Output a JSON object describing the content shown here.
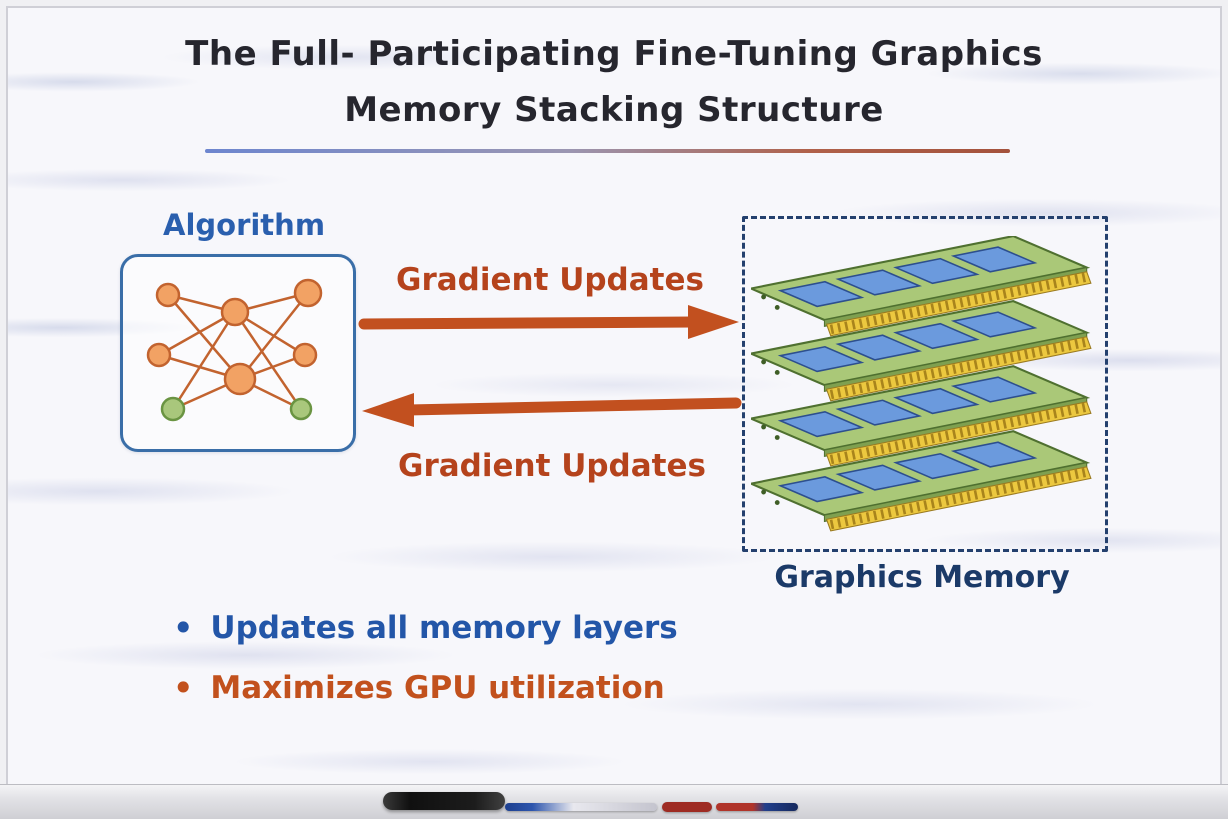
{
  "title": {
    "line1": "The Full- Participating Fine-Tuning Graphics",
    "line2": "Memory Stacking Structure"
  },
  "diagram": {
    "algorithm_label": "Algorithm",
    "gradient_updates_top": "Gradient Updates",
    "gradient_updates_bottom": "Gradient Updates",
    "graphics_memory_label": "Graphics Memory"
  },
  "bullets": [
    {
      "marker": "•",
      "text": "Updates all memory layers",
      "color": "#2356a8"
    },
    {
      "marker": "•",
      "text": "Maximizes GPU utilization",
      "color": "#c2511d"
    }
  ],
  "icons": {
    "neural_network": "neural-network-icon",
    "ram_stack": "ram-stack-icon",
    "arrow_right": "arrow-right-icon",
    "arrow_left": "arrow-left-icon",
    "black_marker": "black-marker-icon",
    "pens": "pen-icons"
  },
  "colors": {
    "title": "#26262e",
    "underline_left": "#6d86cf",
    "underline_right": "#a4523c",
    "algorithm_label": "#2a5fae",
    "gradient_label": "#b5431c",
    "graphics_memory_label": "#1b3a68",
    "bullet_blue": "#2356a8",
    "bullet_orange": "#c2511d",
    "board_green": "#aac878",
    "chip_blue": "#6b9add",
    "pins_yellow": "#ecc83f",
    "arrow": "#c2501f"
  }
}
